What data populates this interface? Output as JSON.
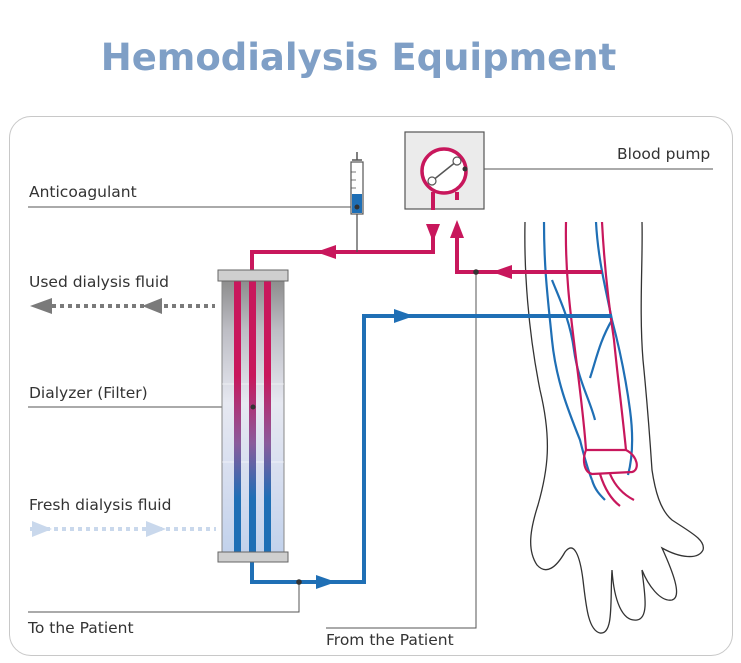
{
  "title": "Hemodialysis Equipment",
  "labels": {
    "anticoagulant": "Anticoagulant",
    "used_fluid": "Used dialysis fluid",
    "dialyzer": "Dialyzer (Filter)",
    "fresh_fluid": "Fresh dialysis fluid",
    "to_patient": "To the Patient",
    "from_patient": "From the Patient",
    "blood_pump": "Blood pump"
  },
  "colors": {
    "arterial": "#c8175c",
    "venous": "#1f6fb5",
    "title": "#7f9fc6",
    "used_fluid": "#7a7a7a",
    "fresh_fluid": "#c9d8ec"
  }
}
